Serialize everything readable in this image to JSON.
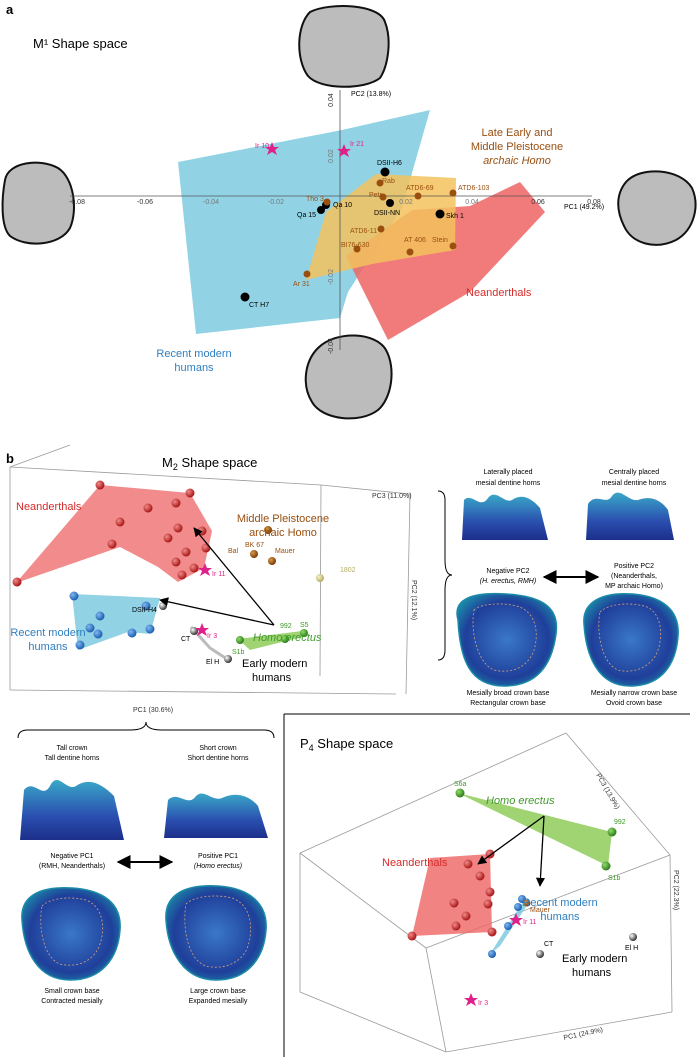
{
  "panel_a": {
    "letter": "a",
    "title": "M¹ Shape space",
    "pc1_label": "PC1 (49.2%)",
    "pc2_label": "PC2 (13.8%)",
    "x_ticks": [
      "-0.08",
      "-0.06",
      "-0.04",
      "-0.02",
      "0.02",
      "0.04",
      "0.06",
      "0.08"
    ],
    "y_ticks": [
      "0.04",
      "0.02",
      "-0.02",
      "-0.04"
    ],
    "groups": {
      "archaic_line1": "Late Early and",
      "archaic_line2": "Middle Pleistocene",
      "archaic_line3": "archaic Homo",
      "neanderthals": "Neanderthals",
      "rmh_line1": "Recent modern",
      "rmh_line2": "humans"
    },
    "specimens": {
      "ir10": "Ir 10",
      "ir21": "Ir 21",
      "dsiih6": "DSII-H6",
      "rab": "Rab",
      "atd669": "ATD6-69",
      "atd6103": "ATD6-103",
      "tho3": "Tho 3",
      "petr": "Petr",
      "qa10": "Qa 10",
      "qa15": "Qa 15",
      "dsiinn": "DSII-NN",
      "skh1": "Skh 1",
      "atd611": "ATD6-11",
      "at406": "AT 406",
      "stein": "Stein",
      "bi76": "BI76-630",
      "ar31": "Ar 31",
      "cth7": "CT H7"
    }
  },
  "panel_b": {
    "letter": "b",
    "m2_title_main": "M",
    "m2_title_sub": "2",
    "m2_title_rest": " Shape space",
    "pc3_label": "PC3 (11.0%)",
    "pc2_label": "PC2 (12.1%)",
    "pc1_label": "PC1 (30.6%)",
    "groups": {
      "neanderthals": "Neanderthals",
      "mp_line1": "Middle Pleistocene",
      "mp_line2": "archaic Homo",
      "homo_erectus": "Homo erectus",
      "rmh_line1": "Recent modern",
      "rmh_line2": "humans",
      "emh_line1": "Early modern",
      "emh_line2": "humans"
    },
    "specimens": {
      "bk67": "BK 67",
      "bal": "Bal",
      "mauer": "Mauer",
      "ir11": "Ir 11",
      "dsiih4": "DSII-H4",
      "s992": "992",
      "s5": "S5",
      "s1802": "1802",
      "s1b": "S1b",
      "ct": "CT",
      "ir3": "Ir 3",
      "elh": "El H"
    },
    "pc2_caps": {
      "left_top1": "Laterally placed",
      "left_top2": "mesial dentine horns",
      "right_top1": "Centrally placed",
      "right_top2": "mesial dentine horns",
      "neg1": "Negative PC2",
      "neg2": "(H. erectus, RMH)",
      "pos1": "Positive PC2",
      "pos2": "(Neanderthals,",
      "pos3": "MP archaic Homo)",
      "left_bot1": "Mesially broad crown base",
      "left_bot2": "Rectangular crown base",
      "right_bot1": "Mesially narrow crown base",
      "right_bot2": "Ovoid crown base"
    },
    "pc1_caps": {
      "left_top1": "Tall crown",
      "left_top2": "Tall dentine horns",
      "right_top1": "Short crown",
      "right_top2": "Short dentine horns",
      "neg1": "Negative PC1",
      "neg2": "(RMH, Neanderthals)",
      "pos1": "Positive PC1",
      "pos2": "(Homo erectus)",
      "left_bot1": "Small crown base",
      "left_bot2": "Contracted mesially",
      "right_bot1": "Large crown base",
      "right_bot2": "Expanded mesially"
    },
    "p4": {
      "title_main": "P",
      "title_sub": "4",
      "title_rest": " Shape space",
      "pc3_label": "PC3 (13.9%)",
      "pc2_label": "PC2 (22.3%)",
      "pc1_label": "PC1 (24.9%)",
      "groups": {
        "homo_erectus": "Homo erectus",
        "neanderthals": "Neanderthals",
        "rmh_line1": "Recent modern",
        "rmh_line2": "humans",
        "emh_line1": "Early modern",
        "emh_line2": "humans"
      },
      "specimens": {
        "s6a": "S6a",
        "s992": "992",
        "s1b": "S1b",
        "mauer": "Mauer",
        "ir11": "Ir 11",
        "ct": "CT",
        "elh": "El H",
        "ir3": "Ir 3"
      }
    }
  },
  "colors": {
    "blue_fill": "#7ecbe0",
    "orange_fill": "#f3c25d",
    "red_fill": "#ee6464",
    "green_fill": "#8fcc5a",
    "archaic_brown": "#9a4f0f",
    "rmh_blue": "#2f7fc1",
    "erectus_green": "#3f9a2a",
    "neand_red": "#d52b2b",
    "star": "#e0208a"
  }
}
